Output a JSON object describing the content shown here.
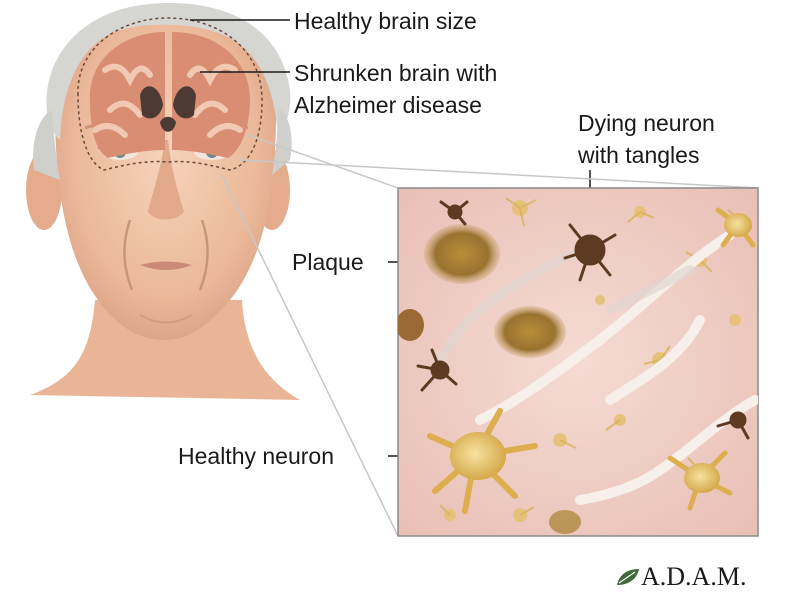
{
  "labels": {
    "healthy_brain_size": "Healthy brain size",
    "shrunken_brain_line1": "Shrunken brain with",
    "shrunken_brain_line2": "Alzheimer disease",
    "dying_neuron_line1": "Dying neuron",
    "dying_neuron_line2": "with tangles",
    "plaque": "Plaque",
    "healthy_neuron": "Healthy neuron"
  },
  "logo": {
    "text": "A.D.A.M.",
    "icon": "leaf-icon"
  },
  "colors": {
    "skin": "#f0c3a6",
    "brain": "#d98d73",
    "panel_bg": "#f1d0c8",
    "plaque": "#a47b2b",
    "healthy_neuron": "#e5bf62",
    "dying_neuron": "#5c3b22"
  }
}
